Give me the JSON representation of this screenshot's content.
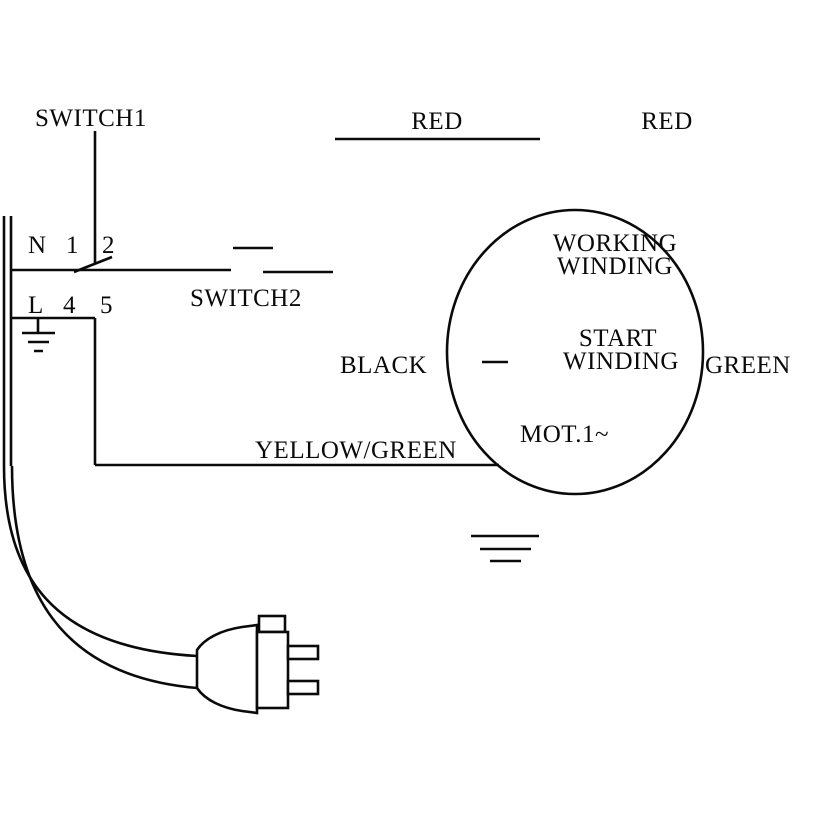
{
  "labels": {
    "switch1": "SWITCH1",
    "switch2": "SWITCH2",
    "wire_red_top": "RED",
    "wire_red_right": "RED",
    "wire_black": "BLACK",
    "wire_green": "GREEN",
    "wire_yellow_green": "YELLOW/GREEN",
    "terminals": {
      "n": "N",
      "t1": "1",
      "t2": "2",
      "l": "L",
      "t4": "4",
      "t5": "5"
    },
    "motor": {
      "working_winding_line1": "WORKING",
      "working_winding_line2": "WINDING",
      "start_winding_line1": "START",
      "start_winding_line2": "WINDING",
      "designation": "MOT.1~"
    }
  },
  "colors": {
    "line": "#0a0a0a",
    "background": "#ffffff"
  }
}
